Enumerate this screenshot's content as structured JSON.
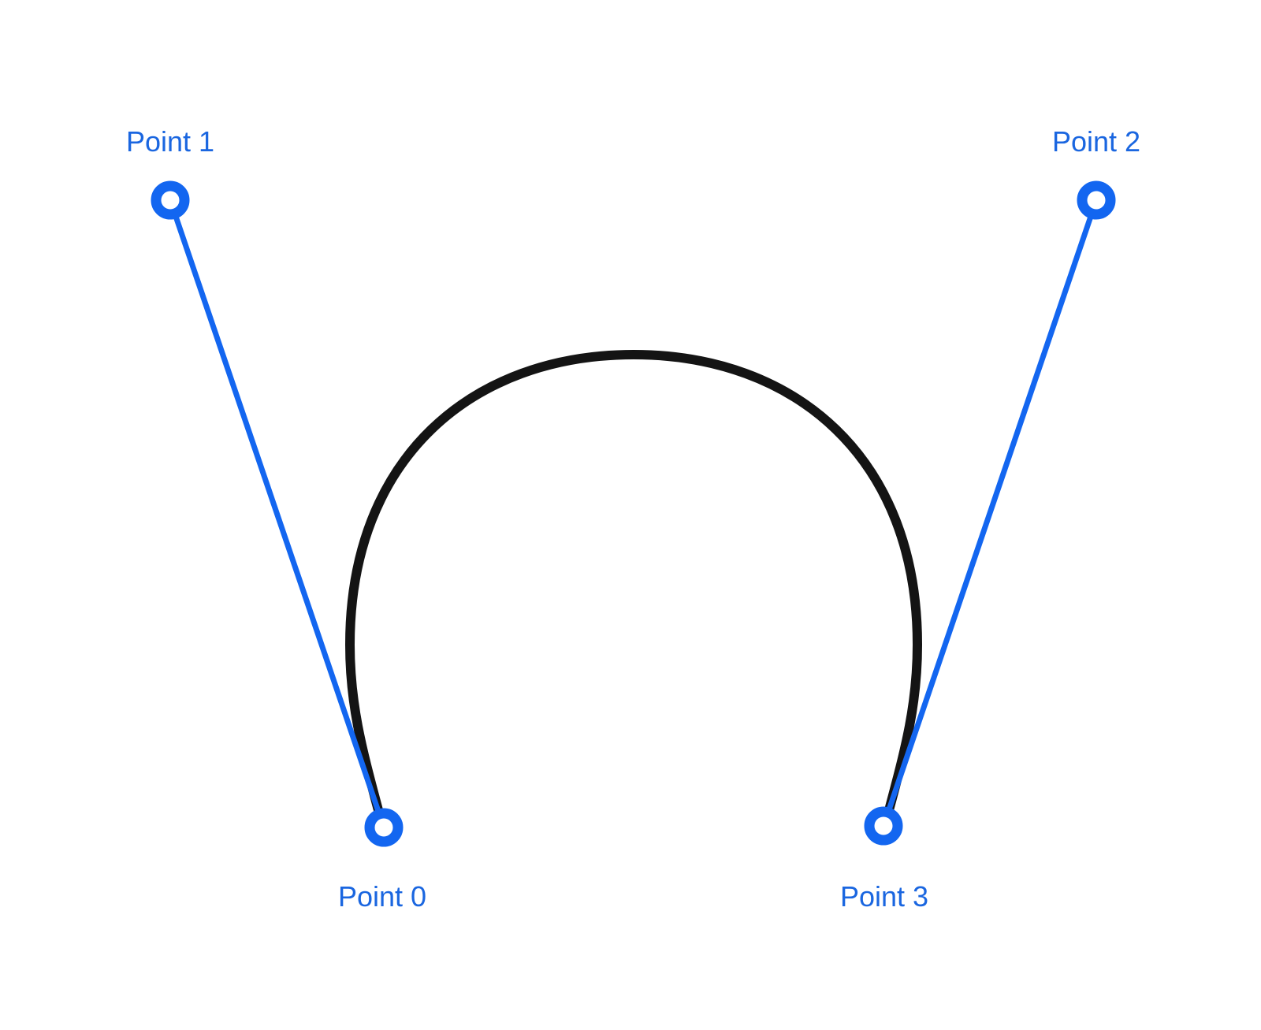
{
  "diagram": {
    "curve_color": "#141414",
    "handle_color": "#1366f0",
    "label_color": "#1a66e0",
    "labels": {
      "point0": "Point 0",
      "point1": "Point 1",
      "point2": "Point 2",
      "point3": "Point 3"
    }
  }
}
